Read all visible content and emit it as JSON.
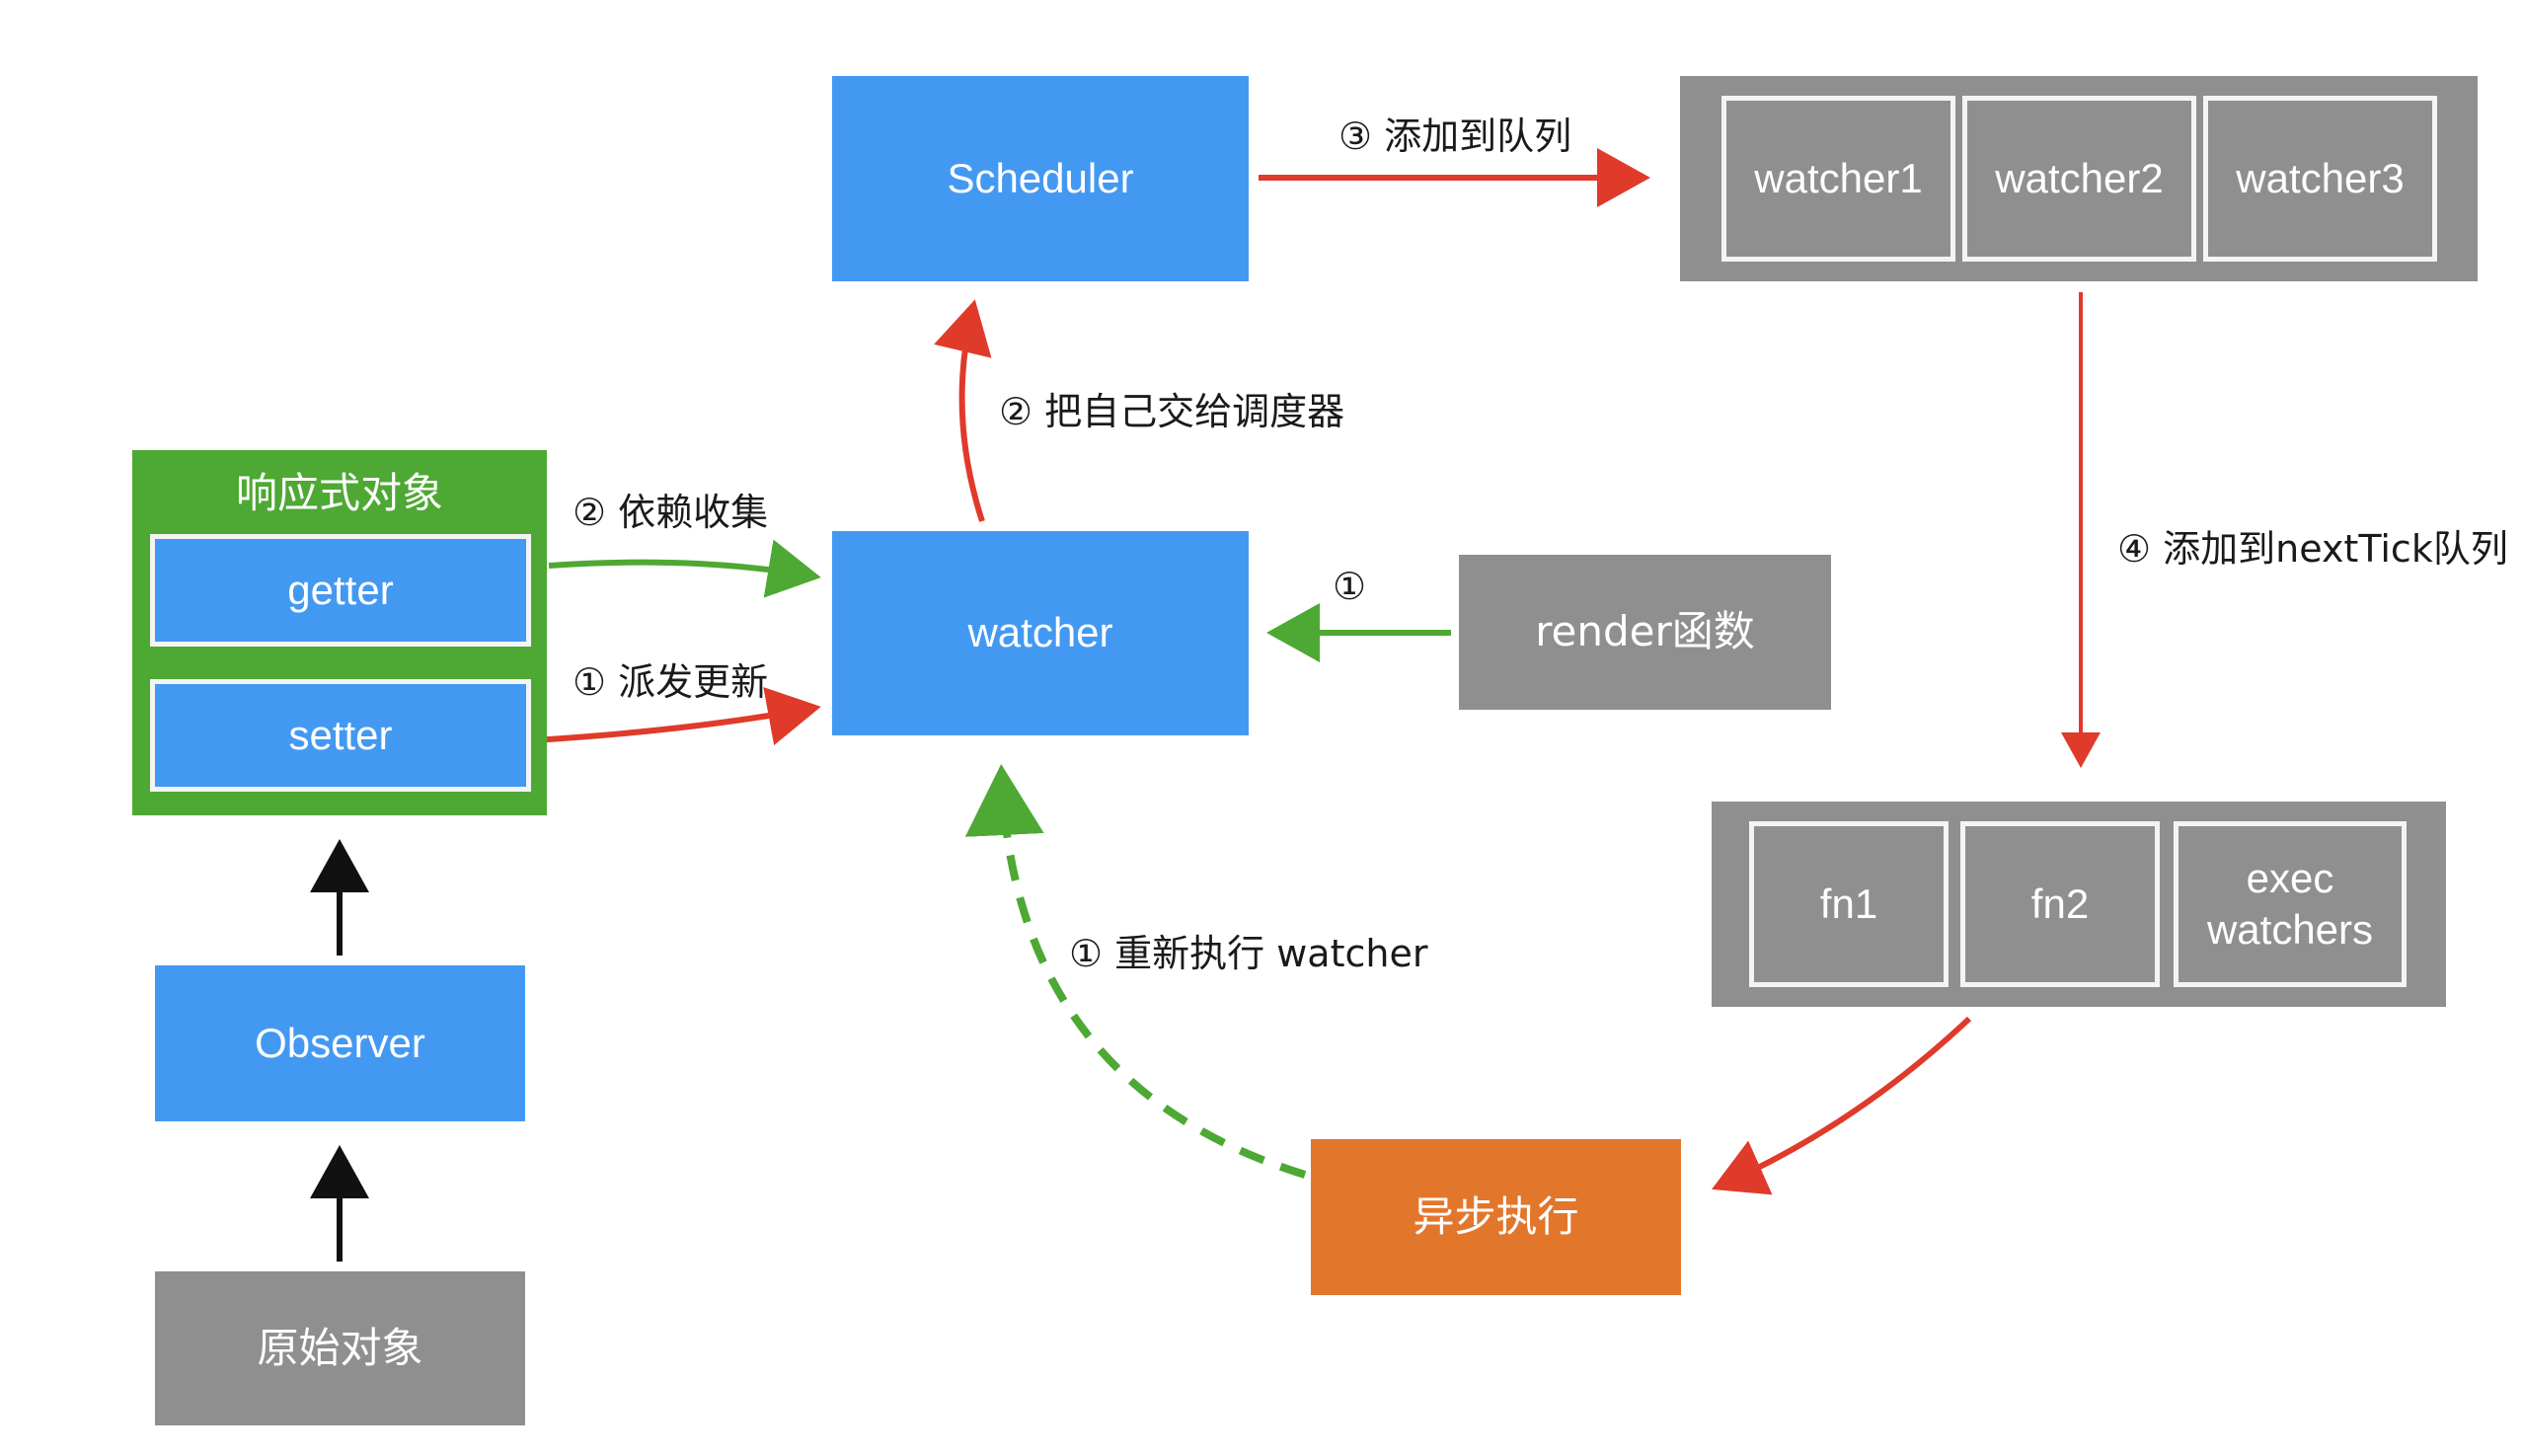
{
  "nodes": {
    "reactive_object": {
      "title": "响应式对象",
      "getter": "getter",
      "setter": "setter"
    },
    "observer": "Observer",
    "raw_object": "原始对象",
    "scheduler": "Scheduler",
    "watcher": "watcher",
    "render_function": "render函数",
    "watcher_queue": [
      "watcher1",
      "watcher2",
      "watcher3"
    ],
    "nexttick_queue": [
      "fn1",
      "fn2",
      "exec\nwatchers"
    ],
    "async_exec": "异步执行"
  },
  "edges": {
    "dep_collect": "② 依赖收集",
    "dispatch_update": "① 派发更新",
    "render_to_watcher": "①",
    "give_to_scheduler": "② 把自己交给调度器",
    "add_to_queue": "③ 添加到队列",
    "add_to_nexttick": "④ 添加到nextTick队列",
    "rerun_watcher": "① 重新执行 watcher"
  },
  "colors": {
    "blue": "#4399f2",
    "green": "#4ea834",
    "gray": "#8f8f8f",
    "orange": "#e2772c",
    "red": "#e03a2a",
    "black": "#111111"
  }
}
